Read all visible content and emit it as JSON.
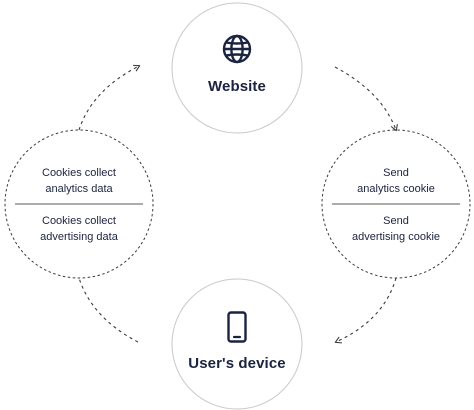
{
  "nodes": {
    "website": {
      "label": "Website",
      "icon": "globe-icon"
    },
    "user_device": {
      "label": "User's device",
      "icon": "smartphone-icon"
    },
    "cookies_collect": {
      "top_label": "Cookies collect\nanalytics data",
      "bottom_label": "Cookies collect\nadvertising data"
    },
    "send_cookie": {
      "top_label": "Send\nanalytics cookie",
      "bottom_label": "Send\nadvertising cookie"
    }
  },
  "colors": {
    "text": "#1b2340",
    "outline": "#c9c9c9",
    "dashed": "#3a3a3a",
    "divider": "#5a5a5a",
    "icon": "#1b2340"
  }
}
